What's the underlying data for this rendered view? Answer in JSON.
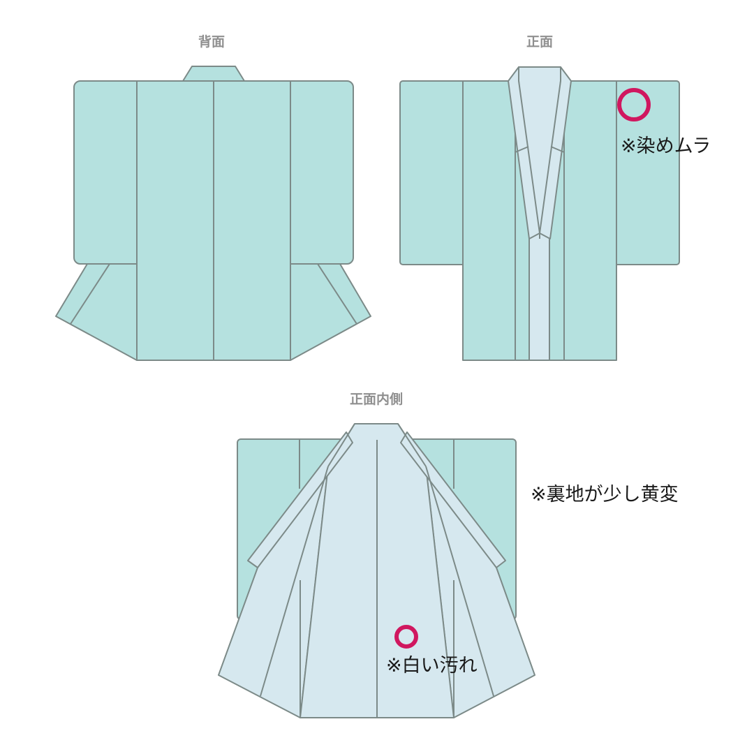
{
  "colors": {
    "fabric": "#b5e1df",
    "lining": "#d6e8ef",
    "outline": "#7c8a88",
    "marker": "#d0175f",
    "title_text": "#8f8f8f",
    "note_text": "#1a1a1a"
  },
  "views": {
    "back": {
      "title": "背面"
    },
    "front": {
      "title": "正面"
    },
    "inside": {
      "title": "正面内側"
    }
  },
  "annotations": {
    "dye_unevenness": "※染めムラ",
    "lining_yellowing": "※裏地が少し黄変",
    "white_stain": "※白い汚れ"
  }
}
